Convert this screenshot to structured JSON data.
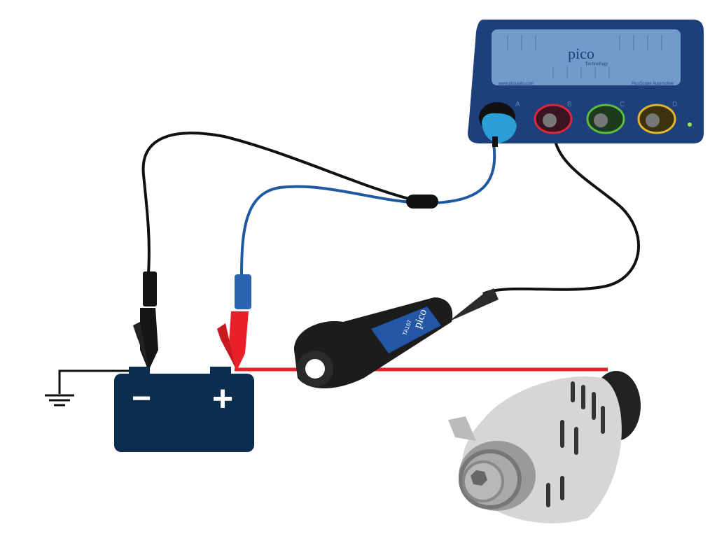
{
  "scope": {
    "brand": "pico",
    "brand_sub": "Technology",
    "website": "www.picoauto.com",
    "product": "PicoScope Automotive",
    "channels": [
      "A",
      "B",
      "C",
      "D"
    ]
  },
  "clamp": {
    "brand": "pico",
    "model": "TA167"
  },
  "battery": {
    "negative": "−",
    "positive": "+"
  },
  "colors": {
    "battery": "#0d2d4f",
    "scope_body": "#1d3f7a",
    "scope_panel": "#6f9cc9",
    "positive_wire": "#e8202a",
    "ground_wire": "#111111",
    "probe_wire": "#1f5aa0",
    "channel_a": "#2a9fd6",
    "channel_b": "#e0253a",
    "channel_c": "#5dbb3f",
    "channel_d": "#e3b52a"
  }
}
